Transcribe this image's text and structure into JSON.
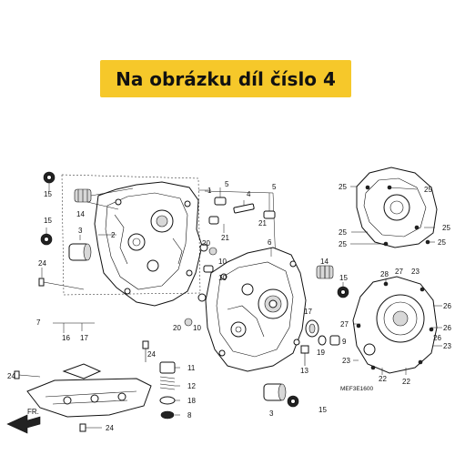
{
  "banner": {
    "text": "Na obrázku díl číslo 4",
    "color": "#f6c82a"
  },
  "diagram_code": "MEF3E1600",
  "direction_label": "FR.",
  "callouts": {
    "c1": "1",
    "c2": "2",
    "c3": "3",
    "c4": "4",
    "c5a": "5",
    "c5b": "5",
    "c6": "6",
    "c7": "7",
    "c8": "8",
    "c9": "9",
    "c10a": "10",
    "c10b": "10",
    "c10c": "10",
    "c11": "11",
    "c12": "12",
    "c13": "13",
    "c14a": "14",
    "c14b": "14",
    "c15a": "15",
    "c15b": "15",
    "c15c": "15",
    "c15d": "15",
    "c16": "16",
    "c17": "17",
    "c18": "18",
    "c19": "19",
    "c20a": "20",
    "c20b": "20",
    "c21a": "21",
    "c21b": "21",
    "c22a": "22",
    "c22b": "22",
    "c23a": "23",
    "c23b": "23",
    "c24a": "24",
    "c24b": "24",
    "c24c": "24",
    "c24d": "24",
    "c25a": "25",
    "c25b": "25",
    "c25c": "25",
    "c25d": "25",
    "c25e": "25",
    "c25f": "25",
    "c26a": "26",
    "c26b": "26",
    "c26c": "26",
    "c27a": "27",
    "c27b": "27",
    "c28": "28"
  }
}
